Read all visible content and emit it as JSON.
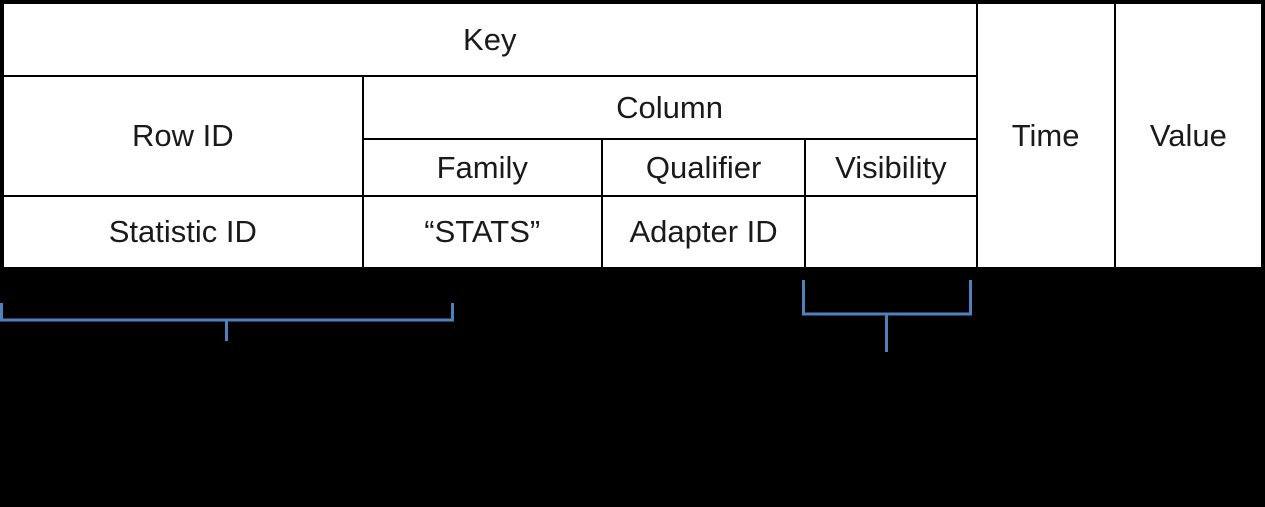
{
  "table": {
    "headers": {
      "key": "Key",
      "row_id": "Row ID",
      "column": "Column",
      "family": "Family",
      "qualifier": "Qualifier",
      "visibility": "Visibility",
      "time": "Time",
      "value": "Value"
    },
    "data_row": {
      "row_id": "Statistic ID",
      "family": "“STATS”",
      "qualifier": "Adapter ID",
      "visibility": ""
    }
  },
  "annotations": {
    "brackets": [
      {
        "name": "key-columns-bracket",
        "under": "Row ID + Family columns"
      },
      {
        "name": "visibility-bracket",
        "under": "Visibility column"
      }
    ]
  },
  "colors": {
    "background": "#000000",
    "cell_background": "#FFFFFF",
    "border": "#000000",
    "text": "#1A1A1A",
    "bracket": "#4F81BD"
  }
}
